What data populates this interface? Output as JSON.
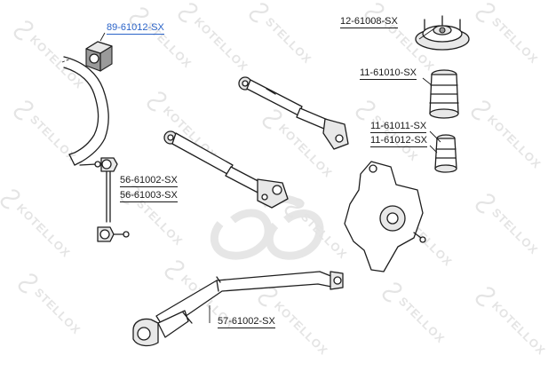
{
  "watermark": {
    "brand_a": "STELLOX",
    "brand_b": "KOTELLOX"
  },
  "colors": {
    "label_text": "#1a1a1a",
    "highlight": "#2a63c8",
    "watermark": "#e4e4e4"
  },
  "parts": [
    {
      "id": "stabilizer-bushing",
      "number": "89-61012-SX",
      "highlighted": true
    },
    {
      "id": "strut-mount",
      "number": "12-61008-SX",
      "highlighted": false
    },
    {
      "id": "bump-stop-boot",
      "number": "11-61010-SX",
      "highlighted": false
    },
    {
      "id": "bump-stop-a",
      "number": "11-61011-SX",
      "highlighted": false
    },
    {
      "id": "bump-stop-b",
      "number": "11-61012-SX",
      "highlighted": false
    },
    {
      "id": "stabilizer-link-a",
      "number": "56-61002-SX",
      "highlighted": false
    },
    {
      "id": "stabilizer-link-b",
      "number": "56-61003-SX",
      "highlighted": false
    },
    {
      "id": "trailing-arm",
      "number": "57-61002-SX",
      "highlighted": false
    }
  ]
}
